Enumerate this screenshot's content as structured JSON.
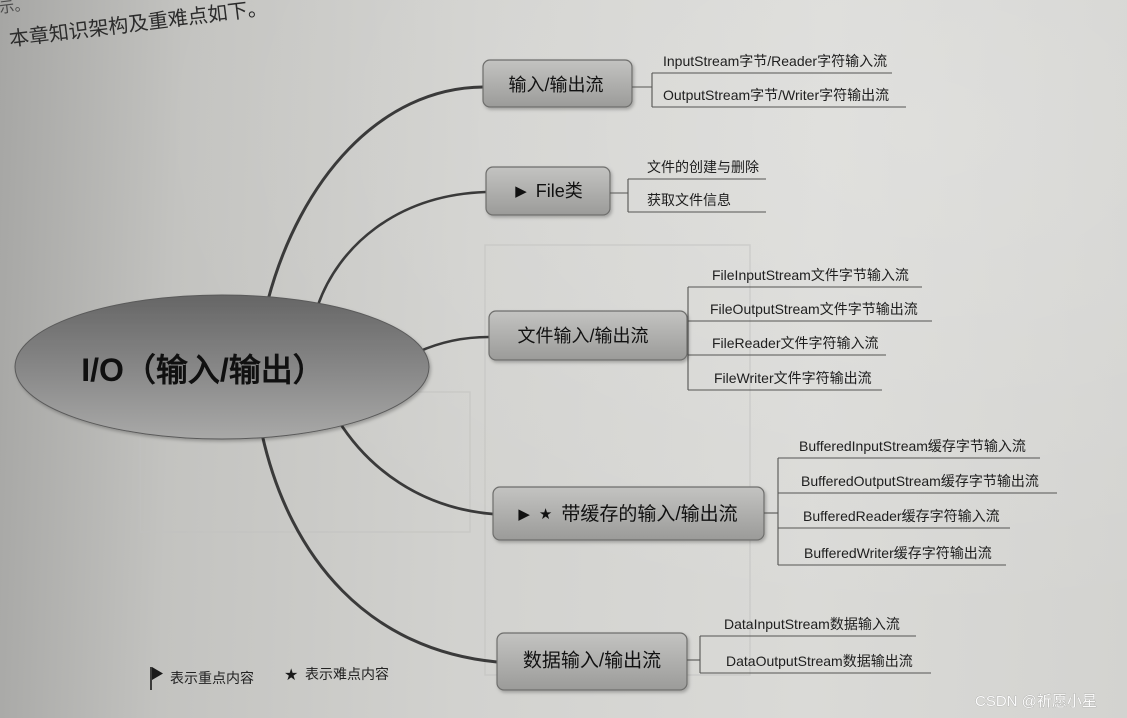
{
  "page": {
    "previous_line_tail": "示。",
    "intro_text": "本章知识架构及重难点如下。"
  },
  "marks": {
    "key_point": "▶",
    "difficult": "★"
  },
  "mindmap": {
    "root": "I/O（输入/输出）",
    "branches": [
      {
        "label": "输入/输出流",
        "key_point": false,
        "difficult": false,
        "leaves": [
          "InputStream字节/Reader字符输入流",
          "OutputStream字节/Writer字符输出流"
        ]
      },
      {
        "label": "File类",
        "key_point": true,
        "difficult": false,
        "leaves": [
          "文件的创建与删除",
          "获取文件信息"
        ]
      },
      {
        "label": "文件输入/输出流",
        "key_point": false,
        "difficult": false,
        "leaves": [
          "FileInputStream文件字节输入流",
          "FileOutputStream文件字节输出流",
          "FileReader文件字符输入流",
          "FileWriter文件字符输出流"
        ]
      },
      {
        "label": "带缓存的输入/输出流",
        "key_point": true,
        "difficult": true,
        "leaves": [
          "BufferedInputStream缓存字节输入流",
          "BufferedOutputStream缓存字节输出流",
          "BufferedReader缓存字符输入流",
          "BufferedWriter缓存字符输出流"
        ]
      },
      {
        "label": "数据输入/输出流",
        "key_point": false,
        "difficult": false,
        "leaves": [
          "DataInputStream数据输入流",
          "DataOutputStream数据输出流"
        ]
      }
    ]
  },
  "legend": {
    "key_point_icon": "flag-icon",
    "key_point_text": "表示重点内容",
    "difficult_icon": "star-icon",
    "difficult_text": "表示难点内容"
  },
  "watermark": "CSDN @祈愿小星",
  "colors": {
    "branch_line": "#3a3a3a",
    "node_fill": "#adadab",
    "root_fill": "#7d7d7d",
    "paper": "#d4d4d1"
  }
}
